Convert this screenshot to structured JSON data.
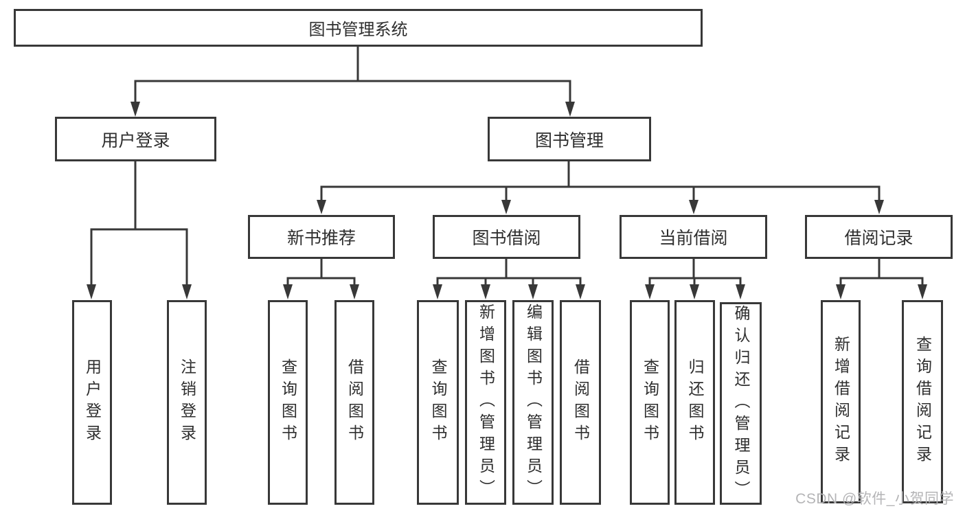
{
  "diagram_title": "图书管理系统",
  "nodes": {
    "root": {
      "label": "图书管理系统"
    },
    "level2": [
      {
        "label": "用户登录"
      },
      {
        "label": "图书管理"
      }
    ],
    "level3": [
      {
        "label": "新书推荐",
        "parent": "图书管理"
      },
      {
        "label": "图书借阅",
        "parent": "图书管理"
      },
      {
        "label": "当前借阅",
        "parent": "图书管理"
      },
      {
        "label": "借阅记录",
        "parent": "图书管理"
      }
    ],
    "leaves": [
      {
        "label": "用户登录",
        "parent": "用户登录"
      },
      {
        "label": "注销登录",
        "parent": "用户登录"
      },
      {
        "label": "查询图书",
        "parent": "新书推荐"
      },
      {
        "label": "借阅图书",
        "parent": "新书推荐"
      },
      {
        "label": "查询图书",
        "parent": "图书借阅"
      },
      {
        "label": "新增图书（管理员）",
        "parent": "图书借阅"
      },
      {
        "label": "编辑图书（管理员）",
        "parent": "图书借阅"
      },
      {
        "label": "借阅图书",
        "parent": "图书借阅"
      },
      {
        "label": "查询图书",
        "parent": "当前借阅"
      },
      {
        "label": "归还图书",
        "parent": "当前借阅"
      },
      {
        "label": "确认归还（管理员）",
        "parent": "当前借阅"
      },
      {
        "label": "新增借阅记录",
        "parent": "借阅记录"
      },
      {
        "label": "查询借阅记录",
        "parent": "借阅记录"
      }
    ]
  },
  "watermark": {
    "text": "CSDN @软件_小贺同学"
  },
  "colors": {
    "line": "#383838",
    "box_border": "#383838",
    "box_background": "#ffffff",
    "text": "#2e2e2e",
    "watermark": "#b4b4b6",
    "background": "#ffffff"
  }
}
